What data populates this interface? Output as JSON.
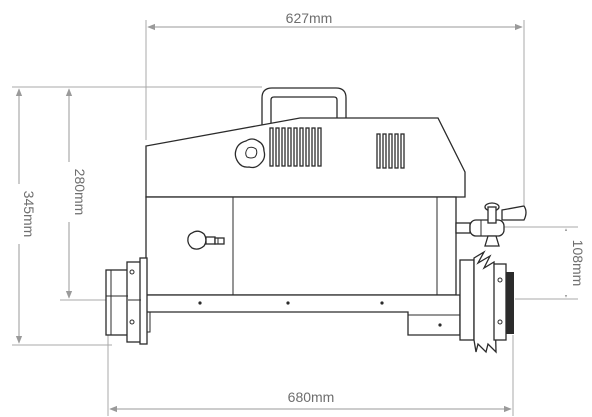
{
  "dimensions": {
    "width_top": {
      "label": "627mm",
      "value": 627,
      "unit": "mm"
    },
    "width_bottom": {
      "label": "680mm",
      "value": 680,
      "unit": "mm"
    },
    "height_outer": {
      "label": "345mm",
      "value": 345,
      "unit": "mm"
    },
    "height_inner": {
      "label": "280mm",
      "value": 280,
      "unit": "mm"
    },
    "height_side": {
      "label": "108mm",
      "value": 108,
      "unit": "mm"
    }
  },
  "colors": {
    "dimension": "#9a9a9a",
    "outline": "#2b2b2b",
    "background": "#ffffff"
  }
}
